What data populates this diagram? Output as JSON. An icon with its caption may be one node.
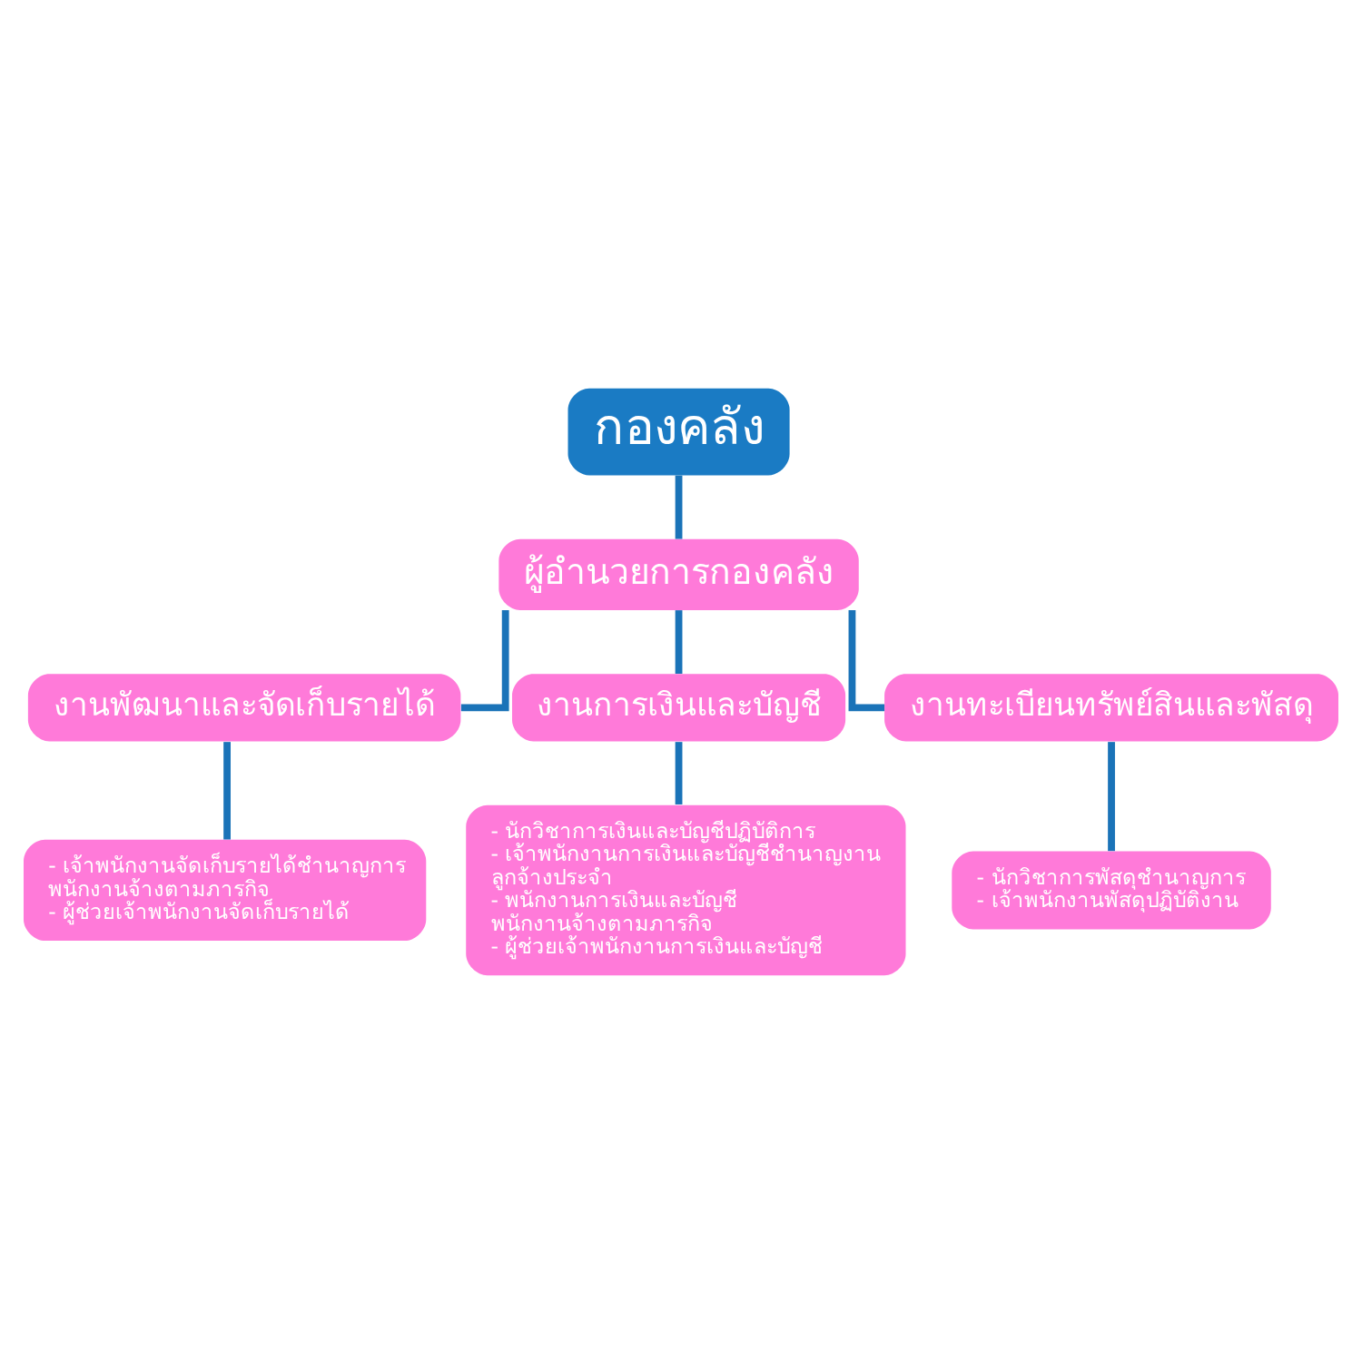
{
  "diagram": {
    "nodes": [
      {
        "text": [
          "กองคลัง"
        ]
      },
      {
        "text": [
          "ผู้อำนวยการกองคลัง"
        ]
      },
      {
        "text": [
          "งานพัฒนาและจัดเก็บรายได้"
        ]
      },
      {
        "text": [
          "งานการเงินและบัญชี"
        ]
      },
      {
        "text": [
          "งานทะเบียนทรัพย์สินและพัสดุ"
        ]
      },
      {
        "text": [
          "- เจ้าพนักงานจัดเก็บรายได้ชำนาญการ",
          "พนักงานจ้างตามภารกิจ",
          "- ผู้ช่วยเจ้าพนักงานจัดเก็บรายได้"
        ]
      },
      {
        "text": [
          "- นักวิชาการเงินและบัญชีปฏิบัติการ",
          "- เจ้าพนักงานการเงินและบัญชีชำนาญงาน",
          "ลูกจ้างประจำ",
          "- พนักงานการเงินและบัญชี",
          "พนักงานจ้างตามภารกิจ",
          "- ผู้ช่วยเจ้าพนักงานการเงินและบัญชี"
        ]
      },
      {
        "text": [
          "- นักวิชาการพัสดุชำนาญการ",
          "- เจ้าพนักงานพัสดุปฏิบัติงาน"
        ]
      }
    ],
    "edges": [
      {
        "from": 0,
        "to": 1,
        "arrow": "none"
      },
      {
        "from": 1,
        "to": 2,
        "arrow": "none"
      },
      {
        "from": 1,
        "to": 3,
        "arrow": "none"
      },
      {
        "from": 1,
        "to": 4,
        "arrow": "none"
      },
      {
        "from": 2,
        "to": 5,
        "arrow": "none"
      },
      {
        "from": 3,
        "to": 6,
        "arrow": "none"
      },
      {
        "from": 4,
        "to": 7,
        "arrow": "none"
      }
    ]
  }
}
